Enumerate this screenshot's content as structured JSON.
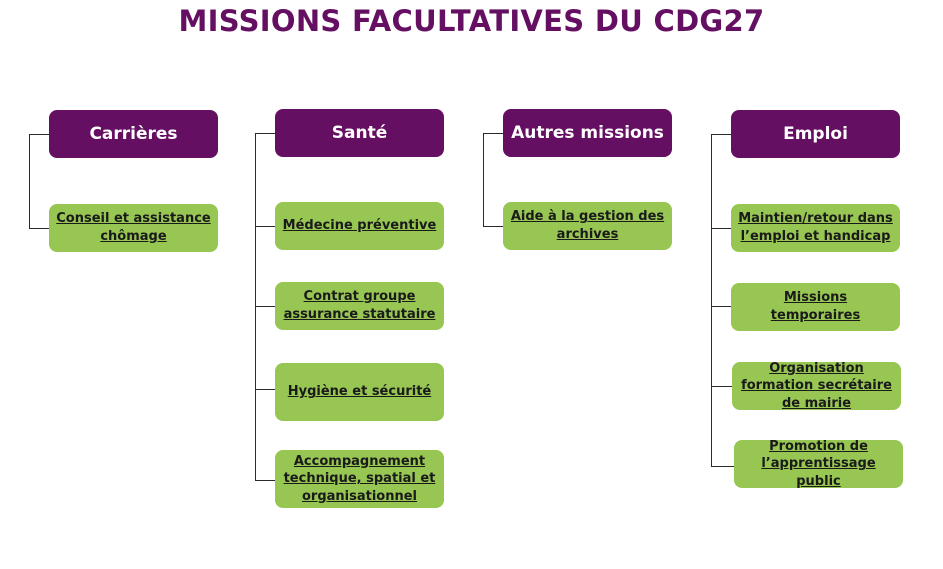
{
  "title": "MISSIONS FACULTATIVES DU CDG27",
  "columns": [
    {
      "heading": "Carrières",
      "items": [
        "Conseil et assistance chômage"
      ]
    },
    {
      "heading": "Santé",
      "items": [
        "Médecine préventive",
        "Contrat groupe assurance statutaire",
        "Hygiène et sécurité",
        "Accompagnement technique, spatial et organisationnel"
      ]
    },
    {
      "heading": "Autres missions",
      "items": [
        "Aide à la gestion des archives"
      ]
    },
    {
      "heading": "Emploi",
      "items": [
        "Maintien/retour dans l’emploi et handicap",
        "Missions temporaires",
        "Organisation formation secrétaire de mairie",
        "Promotion de l’apprentissage public"
      ]
    }
  ],
  "colors": {
    "title": "#650f62",
    "heading_box": "#650f62",
    "item_box": "#97c652",
    "connector": "#2b2b2b"
  }
}
